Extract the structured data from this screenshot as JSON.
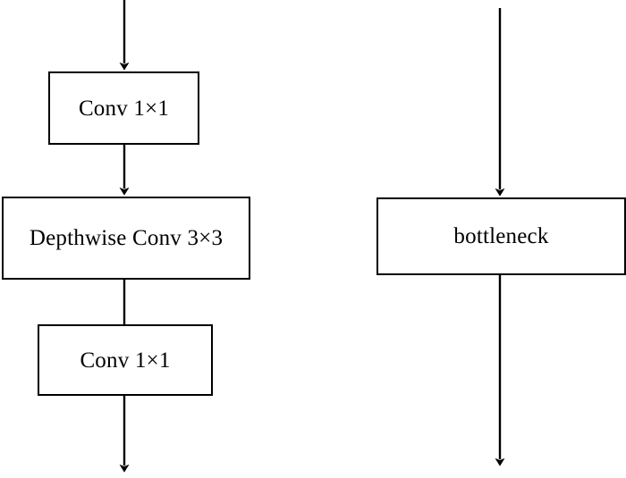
{
  "diagram": {
    "title": "Bottleneck block expansion diagram",
    "background_color": "#ffffff",
    "stroke_color": "#000000",
    "text_color": "#000000",
    "left_column": {
      "name": "expanded-bottleneck",
      "nodes": [
        {
          "id": "conv-top",
          "label": "Conv 1×1"
        },
        {
          "id": "depthwise",
          "label": "Depthwise Conv 3×3"
        },
        {
          "id": "conv-bottom",
          "label": "Conv 1×1"
        }
      ],
      "connectors": [
        {
          "id": "input-arrow",
          "from": "input",
          "to": "conv-top",
          "arrowhead": "yes"
        },
        {
          "id": "conv-top-to-depthwise",
          "from": "conv-top",
          "to": "depthwise",
          "arrowhead": "yes"
        },
        {
          "id": "depthwise-to-conv-bottom",
          "from": "depthwise",
          "to": "conv-bottom",
          "arrowhead": "no"
        },
        {
          "id": "output-arrow",
          "from": "conv-bottom",
          "to": "output",
          "arrowhead": "yes"
        }
      ]
    },
    "right_column": {
      "name": "abstracted-bottleneck",
      "nodes": [
        {
          "id": "bottleneck",
          "label": "bottleneck"
        }
      ],
      "connectors": [
        {
          "id": "input-arrow",
          "from": "input",
          "to": "bottleneck",
          "arrowhead": "yes"
        },
        {
          "id": "output-arrow",
          "from": "bottleneck",
          "to": "output",
          "arrowhead": "yes"
        }
      ]
    }
  }
}
